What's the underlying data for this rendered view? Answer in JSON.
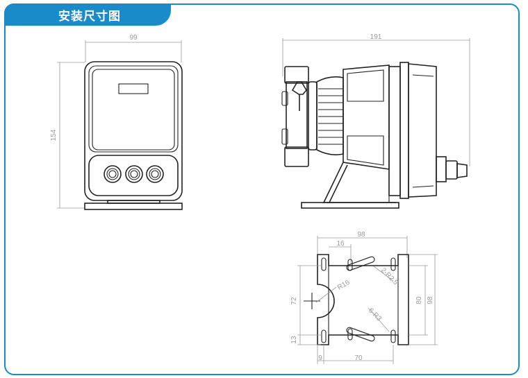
{
  "header": {
    "title": "安装尺寸图"
  },
  "front_view": {
    "width": "99",
    "height": "154"
  },
  "side_view": {
    "length": "191"
  },
  "base_view": {
    "overall_width": "98",
    "offset": "16",
    "slot_label": "2-R2.5",
    "radius_label": "R16",
    "holes_label": "6-R3",
    "height_72": "72",
    "height_13": "13",
    "height_80": "80",
    "height_98": "98",
    "width_9": "9",
    "width_70": "70"
  },
  "colors": {
    "accent": "#1a8bc9"
  }
}
